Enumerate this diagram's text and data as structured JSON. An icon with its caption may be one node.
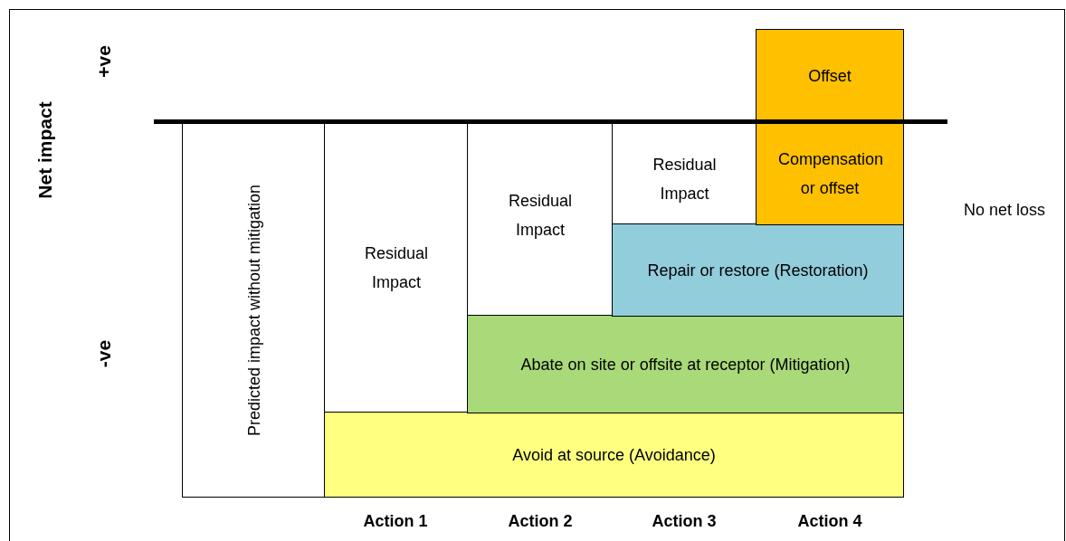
{
  "diagram": {
    "nodes": [
      {
        "text": [
          "Predicted impact without mitigation"
        ]
      },
      {
        "text": [
          "Residual Impact"
        ]
      },
      {
        "text": [
          "Avoid at source (Avoidance)"
        ]
      },
      {
        "text": [
          "Residual Impact"
        ]
      },
      {
        "text": [
          "Abate on site or offsite at receptor (Mitigation)"
        ]
      },
      {
        "text": [
          "Residual Impact"
        ]
      },
      {
        "text": [
          "Repair or restore (Restoration)"
        ]
      },
      {
        "text": [
          "Compensation or offset"
        ]
      },
      {
        "text": [
          "Offset"
        ]
      }
    ],
    "edges": [],
    "labels": [
      "+ve",
      "Net impact",
      "-ve",
      "No net loss",
      "Action 1",
      "Action 2",
      "Action 3",
      "Action 4"
    ]
  }
}
